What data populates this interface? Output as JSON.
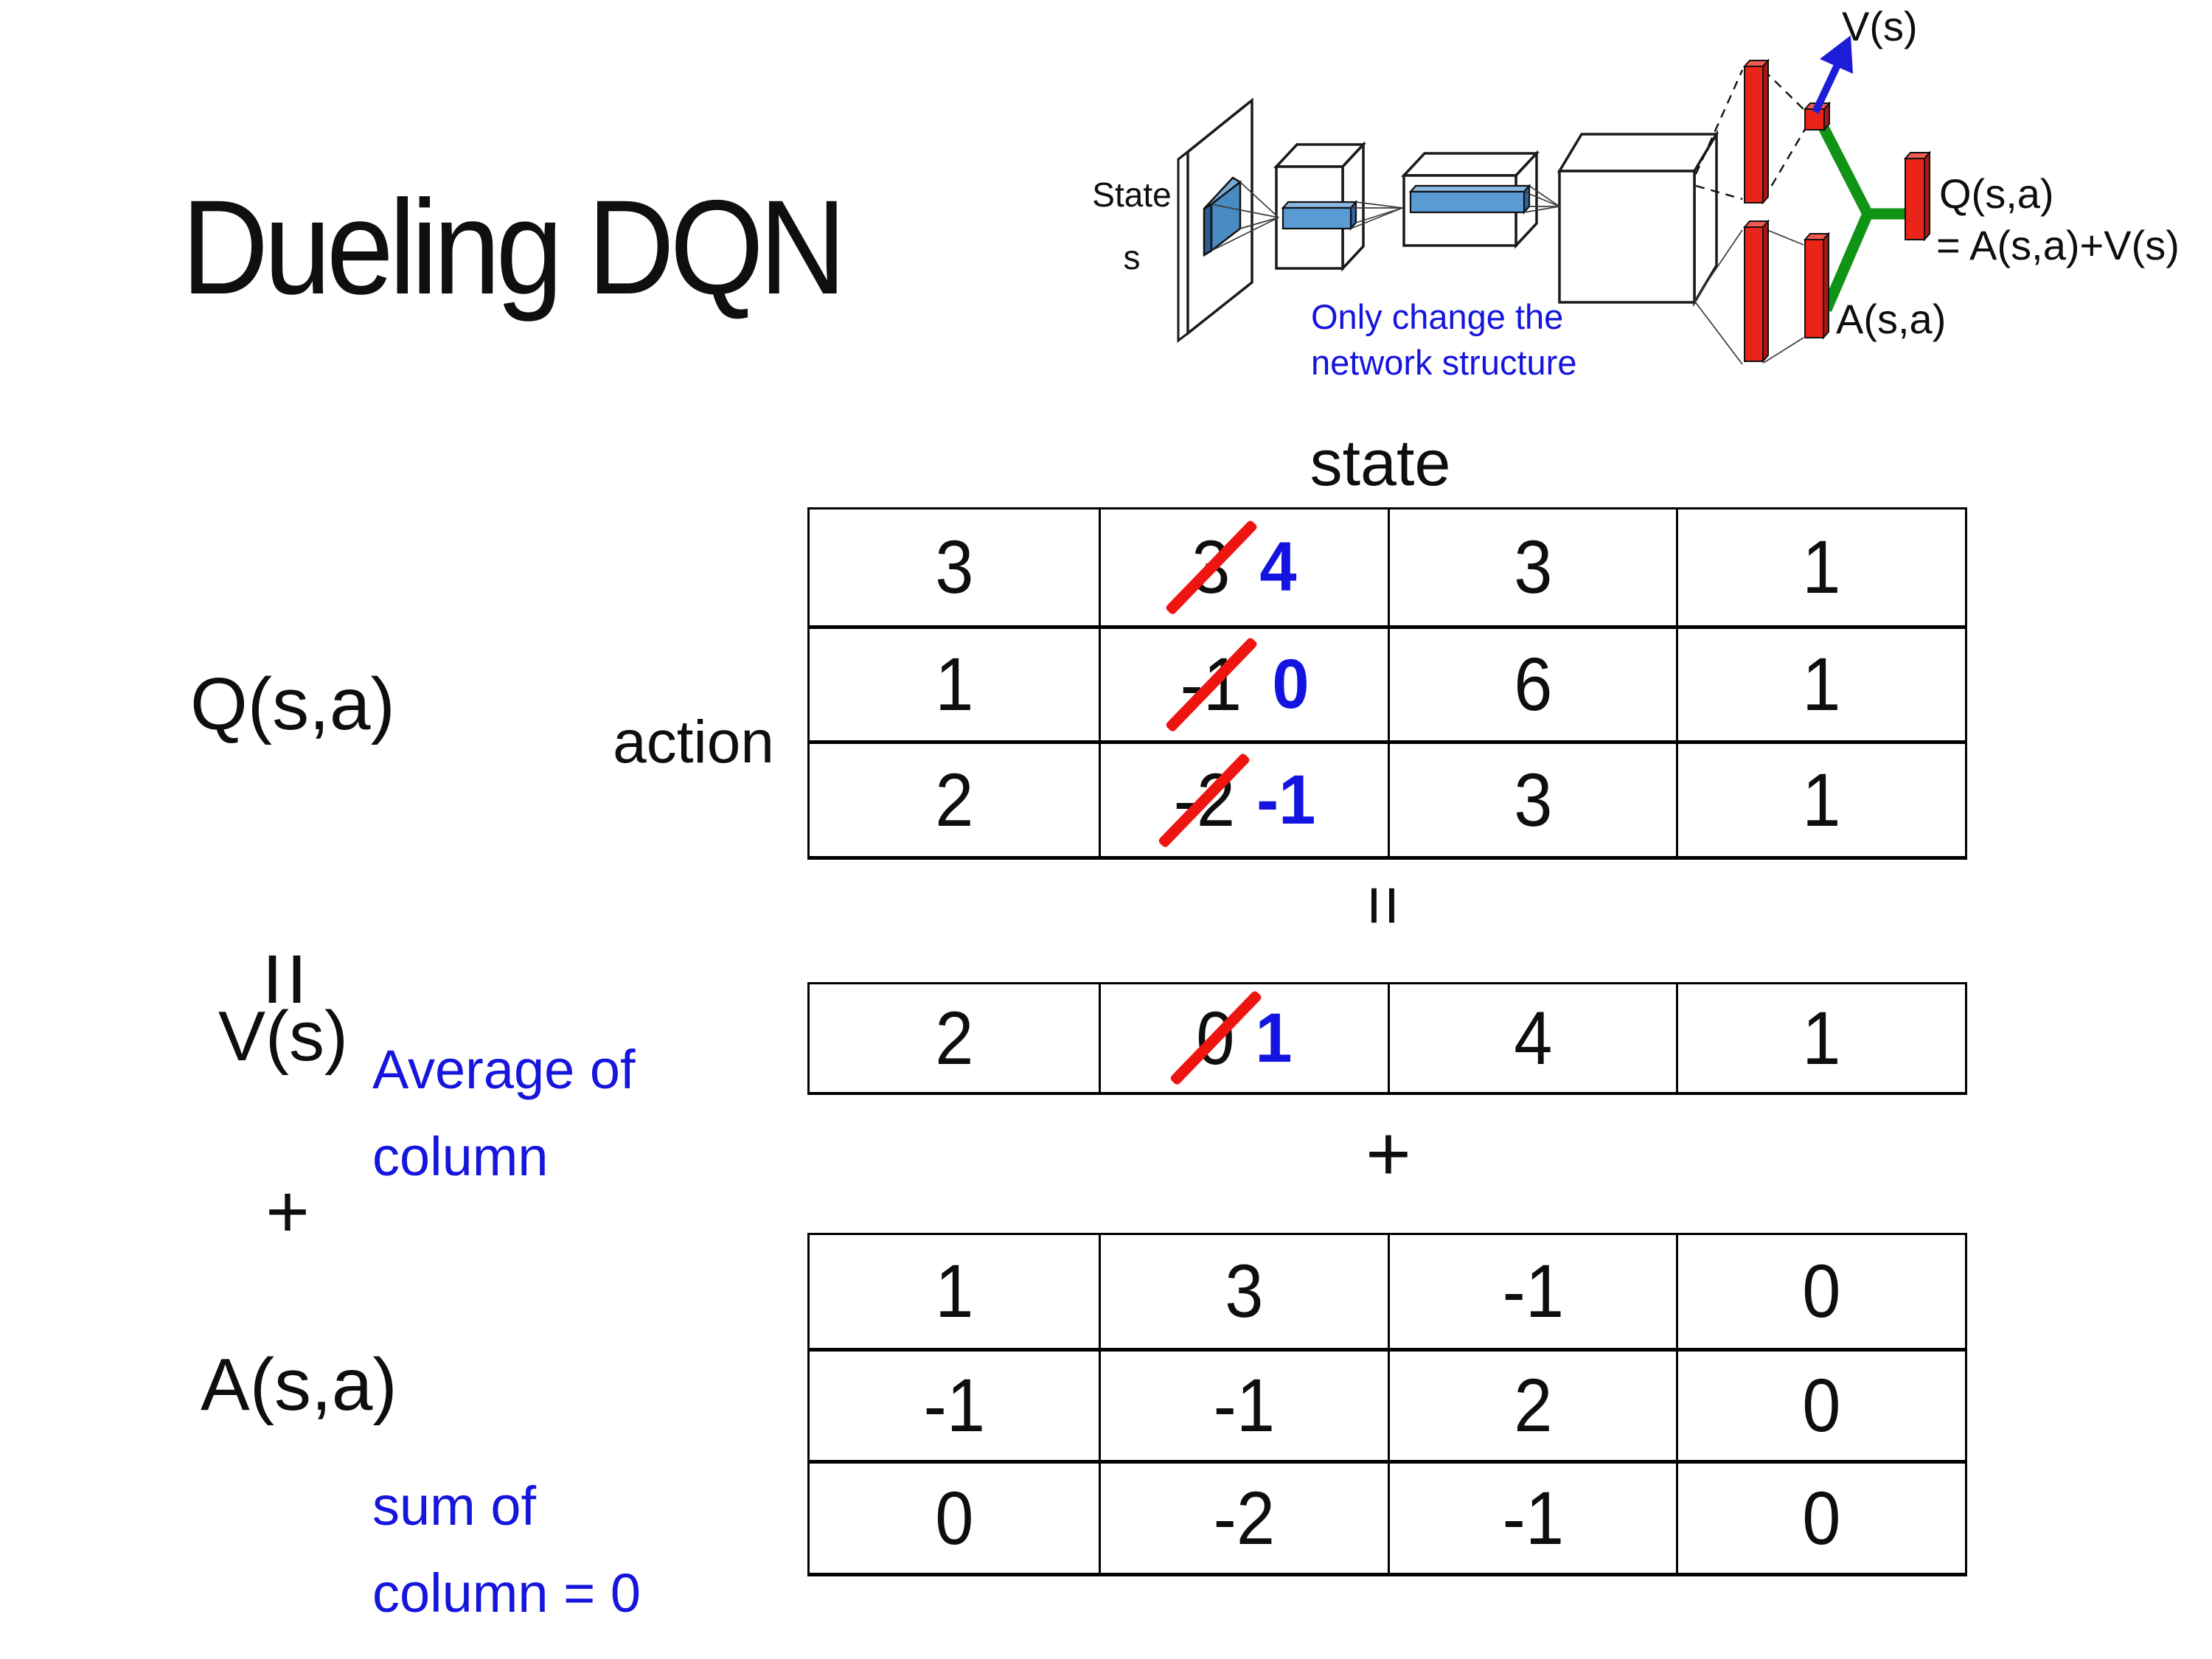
{
  "title": "Dueling DQN",
  "diagram": {
    "state_label_line1": "State",
    "state_label_line2": "s",
    "note_line1": "Only change the",
    "note_line2": "network structure",
    "v_out_label": "V(s)",
    "q_out_label_line1": "Q(s,a)",
    "q_out_label_line2": "= A(s,a)+V(s)",
    "a_out_label": "A(s,a)",
    "colors": {
      "bar_red": "#ea2418",
      "green_merge": "#0f9415",
      "arrow_blue": "#1d1dd8",
      "feature_blue": "#5b9bd5",
      "note_blue": "#1515dd"
    }
  },
  "headers": {
    "state": "state",
    "action": "action"
  },
  "equation": {
    "q_label": "Q(s,a)",
    "equals_left": "=",
    "v_label": "V(s)",
    "plus_left": "+",
    "a_label": "A(s,a)",
    "equals_mid": "=",
    "plus_mid": "+",
    "avg_note_line1": "Average of",
    "avg_note_line2": "column",
    "sum_note_line1": "sum of",
    "sum_note_line2": "column = 0"
  },
  "annotation_colors": {
    "strike_red": "#ee1511",
    "handwritten_blue": "#1414e0"
  },
  "q_table": {
    "rows": [
      [
        {
          "value": "3"
        },
        {
          "value": "3",
          "replacement": "4"
        },
        {
          "value": "3"
        },
        {
          "value": "1"
        }
      ],
      [
        {
          "value": "1"
        },
        {
          "value": "-1",
          "replacement": "0"
        },
        {
          "value": "6"
        },
        {
          "value": "1"
        }
      ],
      [
        {
          "value": "2"
        },
        {
          "value": "-2",
          "replacement": "-1"
        },
        {
          "value": "3"
        },
        {
          "value": "1"
        }
      ]
    ]
  },
  "v_row": {
    "cells": [
      {
        "value": "2"
      },
      {
        "value": "0",
        "replacement": "1"
      },
      {
        "value": "4"
      },
      {
        "value": "1"
      }
    ]
  },
  "a_table": {
    "rows": [
      [
        {
          "value": "1"
        },
        {
          "value": "3"
        },
        {
          "value": "-1"
        },
        {
          "value": "0"
        }
      ],
      [
        {
          "value": "-1"
        },
        {
          "value": "-1"
        },
        {
          "value": "2"
        },
        {
          "value": "0"
        }
      ],
      [
        {
          "value": "0"
        },
        {
          "value": "-2"
        },
        {
          "value": "-1"
        },
        {
          "value": "0"
        }
      ]
    ]
  }
}
